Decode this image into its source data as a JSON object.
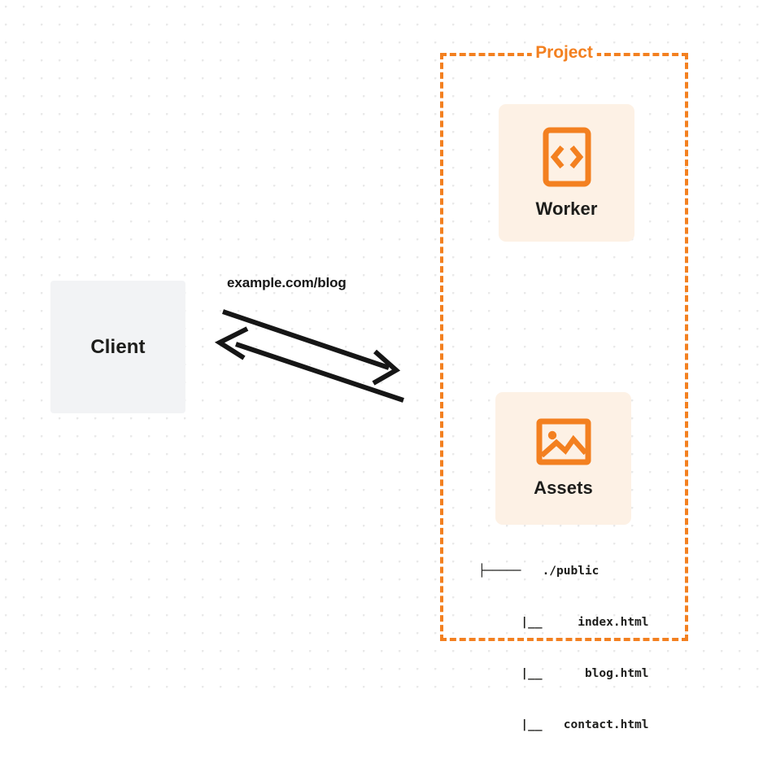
{
  "diagram": {
    "title": "Client to Project Worker and Assets request flow",
    "background": {
      "color": "#ffffff",
      "dot_color": "#e9e9e9"
    },
    "colors": {
      "accent_orange": "#f38020",
      "card_cream": "#fdf1e5",
      "client_gray": "#f2f3f5",
      "text_dark": "#1d1d1b"
    }
  },
  "client": {
    "label": "Client"
  },
  "connection": {
    "label": "example.com/blog",
    "direction": "bidirectional"
  },
  "project": {
    "title": "Project",
    "nodes": [
      {
        "id": "worker",
        "label": "Worker",
        "icon": "code-brackets-icon"
      },
      {
        "id": "assets",
        "label": "Assets",
        "icon": "image-icon"
      }
    ],
    "file_tree": [
      "├─────   ./public",
      "      |__     index.html",
      "      |__      blog.html",
      "      |__   contact.html"
    ]
  }
}
